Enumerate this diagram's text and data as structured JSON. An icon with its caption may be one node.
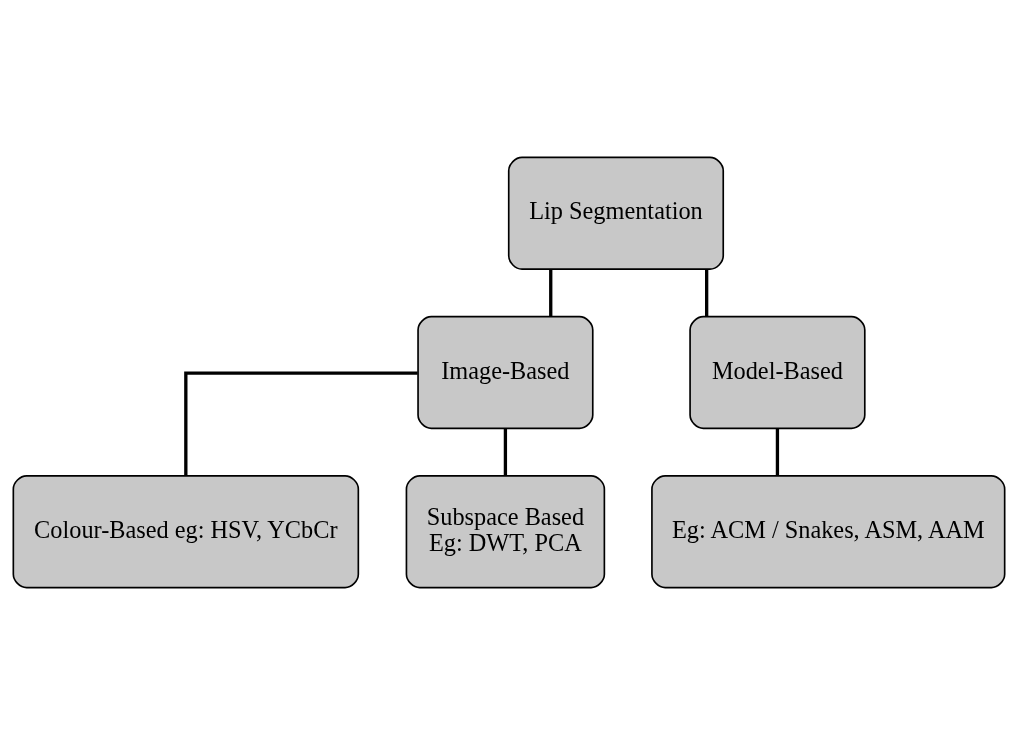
{
  "diagram": {
    "nodes": [
      {
        "text": [
          "Lip Segmentation"
        ]
      },
      {
        "text": [
          "Image-Based"
        ]
      },
      {
        "text": [
          "Model-Based"
        ]
      },
      {
        "text": [
          "Colour-Based eg: HSV, YCbCr"
        ]
      },
      {
        "text": [
          "Subspace Based",
          "Eg: DWT, PCA"
        ]
      },
      {
        "text": [
          "Eg: ACM / Snakes, ASM, AAM"
        ]
      }
    ],
    "edges": [
      {
        "from": 0,
        "to": 1,
        "arrow": "none"
      },
      {
        "from": 0,
        "to": 2,
        "arrow": "none"
      },
      {
        "from": 1,
        "to": 3,
        "arrow": "none"
      },
      {
        "from": 1,
        "to": 4,
        "arrow": "none"
      },
      {
        "from": 2,
        "to": 5,
        "arrow": "none"
      }
    ]
  }
}
